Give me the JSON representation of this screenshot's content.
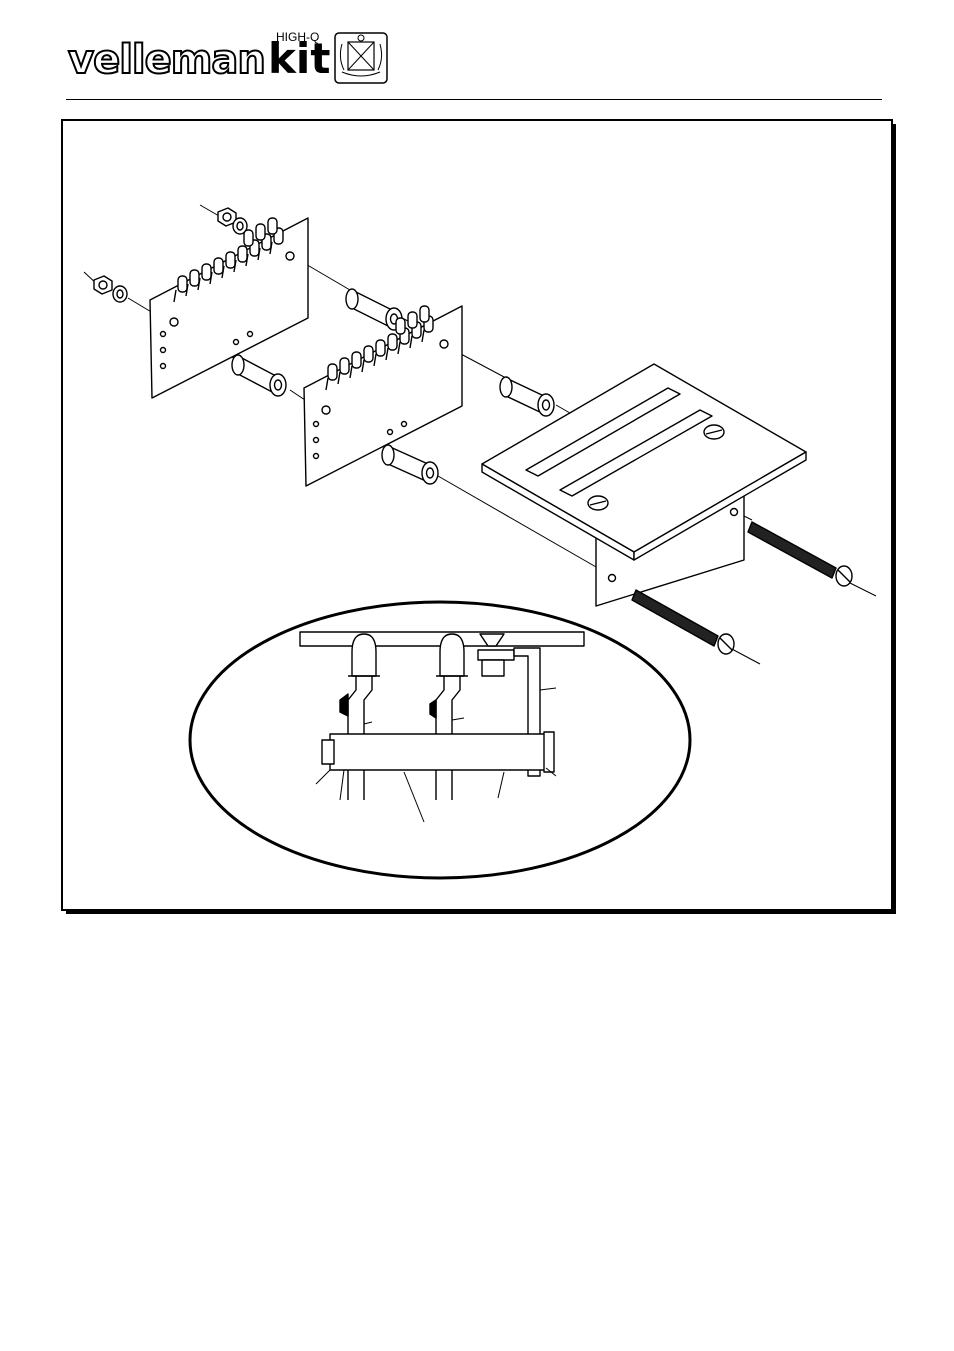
{
  "header": {
    "logo_text": "velleman",
    "logo_kit": "kit",
    "logo_tagline": "HIGH-Q",
    "emblem_icon": "crest-emblem-icon"
  },
  "figure": {
    "icons": [
      "hex-nut-icon",
      "lock-washer-icon",
      "led-bar-pcb-icon",
      "spacer-tube-icon",
      "front-panel-bracket-icon",
      "machine-screw-icon",
      "detail-ellipse-icon"
    ]
  },
  "colors": {
    "ink": "#000000",
    "paper": "#ffffff"
  }
}
